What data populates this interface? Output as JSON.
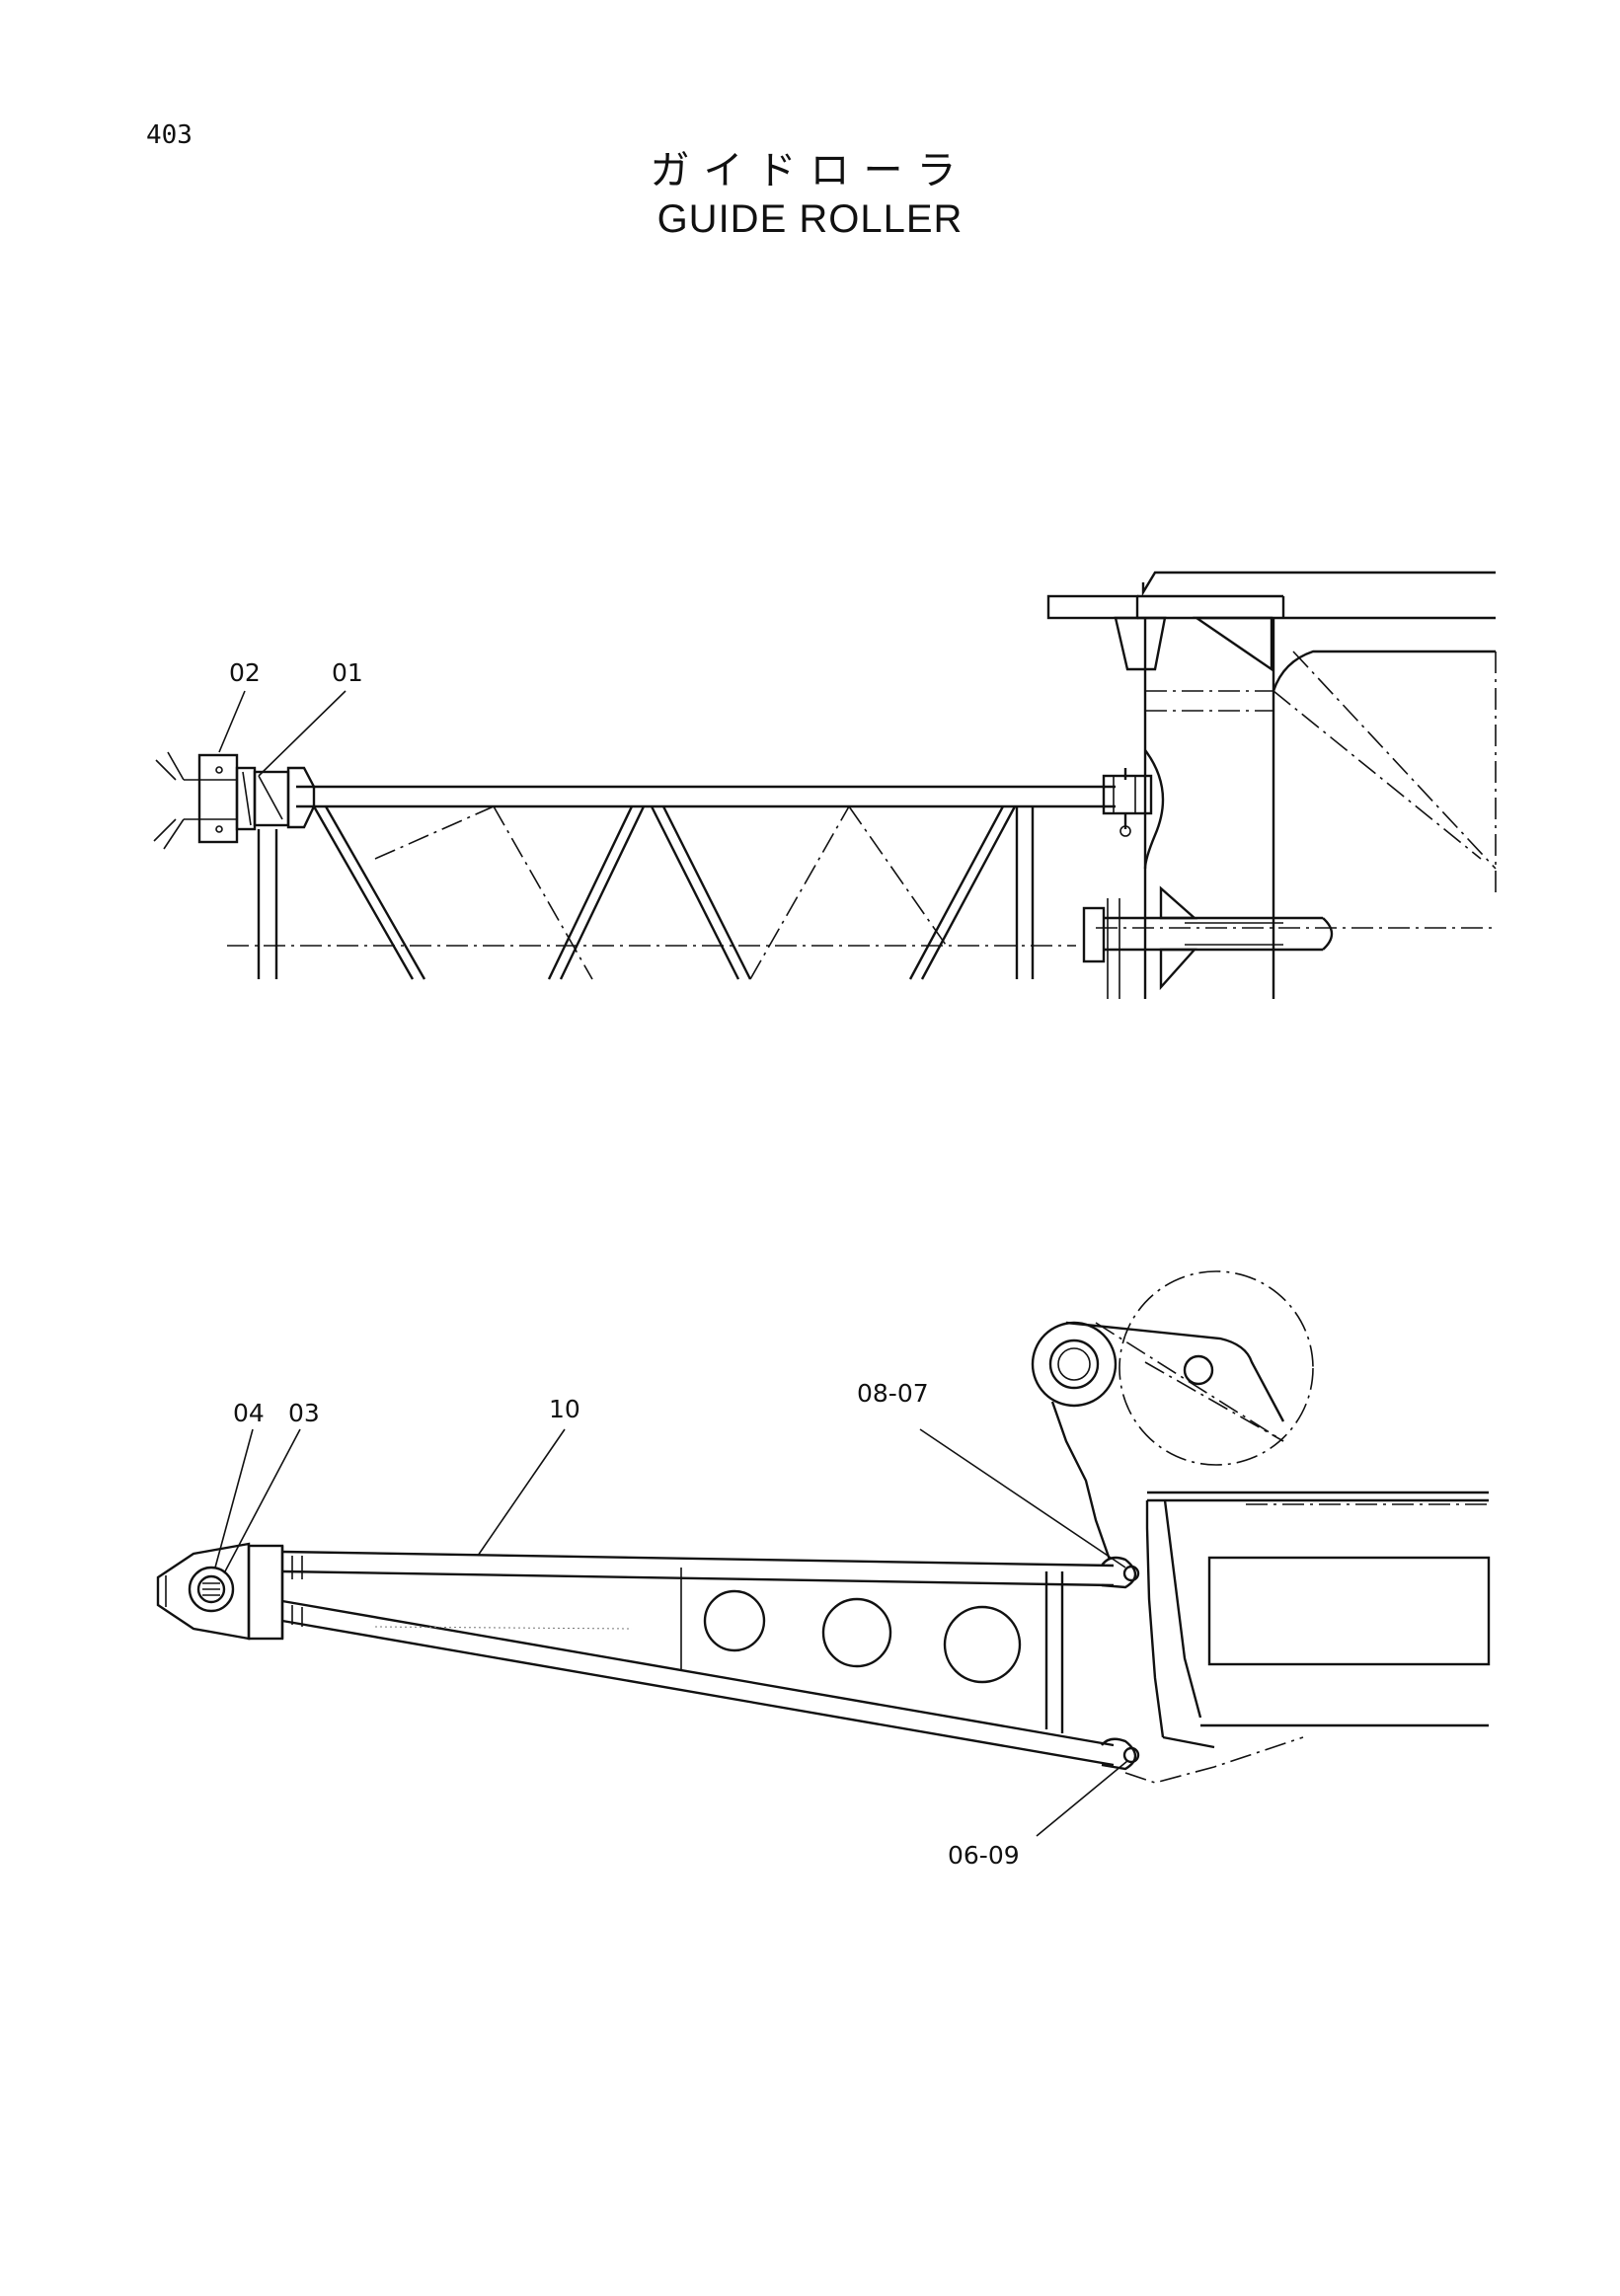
{
  "page": {
    "number": "403",
    "title_jp": "ガイドローラ",
    "title_en": "GUIDE ROLLER"
  },
  "callouts": {
    "top_view": [
      "02",
      "01"
    ],
    "side_view": [
      "04",
      "03",
      "10",
      "08-07",
      "06-09"
    ]
  }
}
